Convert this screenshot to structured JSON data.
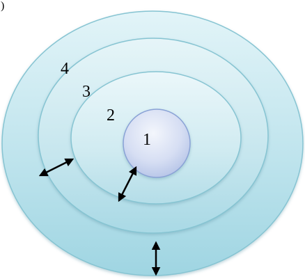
{
  "diagram": {
    "corner_mark": ")",
    "rings": [
      {
        "label": "4",
        "fill": "#a9dbe6"
      },
      {
        "label": "3",
        "fill": "#b7e1ea"
      },
      {
        "label": "2",
        "fill": "#c8e9ef"
      },
      {
        "label": "1",
        "fill": "#c4d2ef"
      }
    ],
    "colors": {
      "ring_stroke": "#7bbfcf",
      "core_stroke": "#8aa2d6",
      "arrow": "#000000"
    },
    "arrow_icons": [
      "double-arrow-icon",
      "double-arrow-icon",
      "double-arrow-icon"
    ]
  }
}
